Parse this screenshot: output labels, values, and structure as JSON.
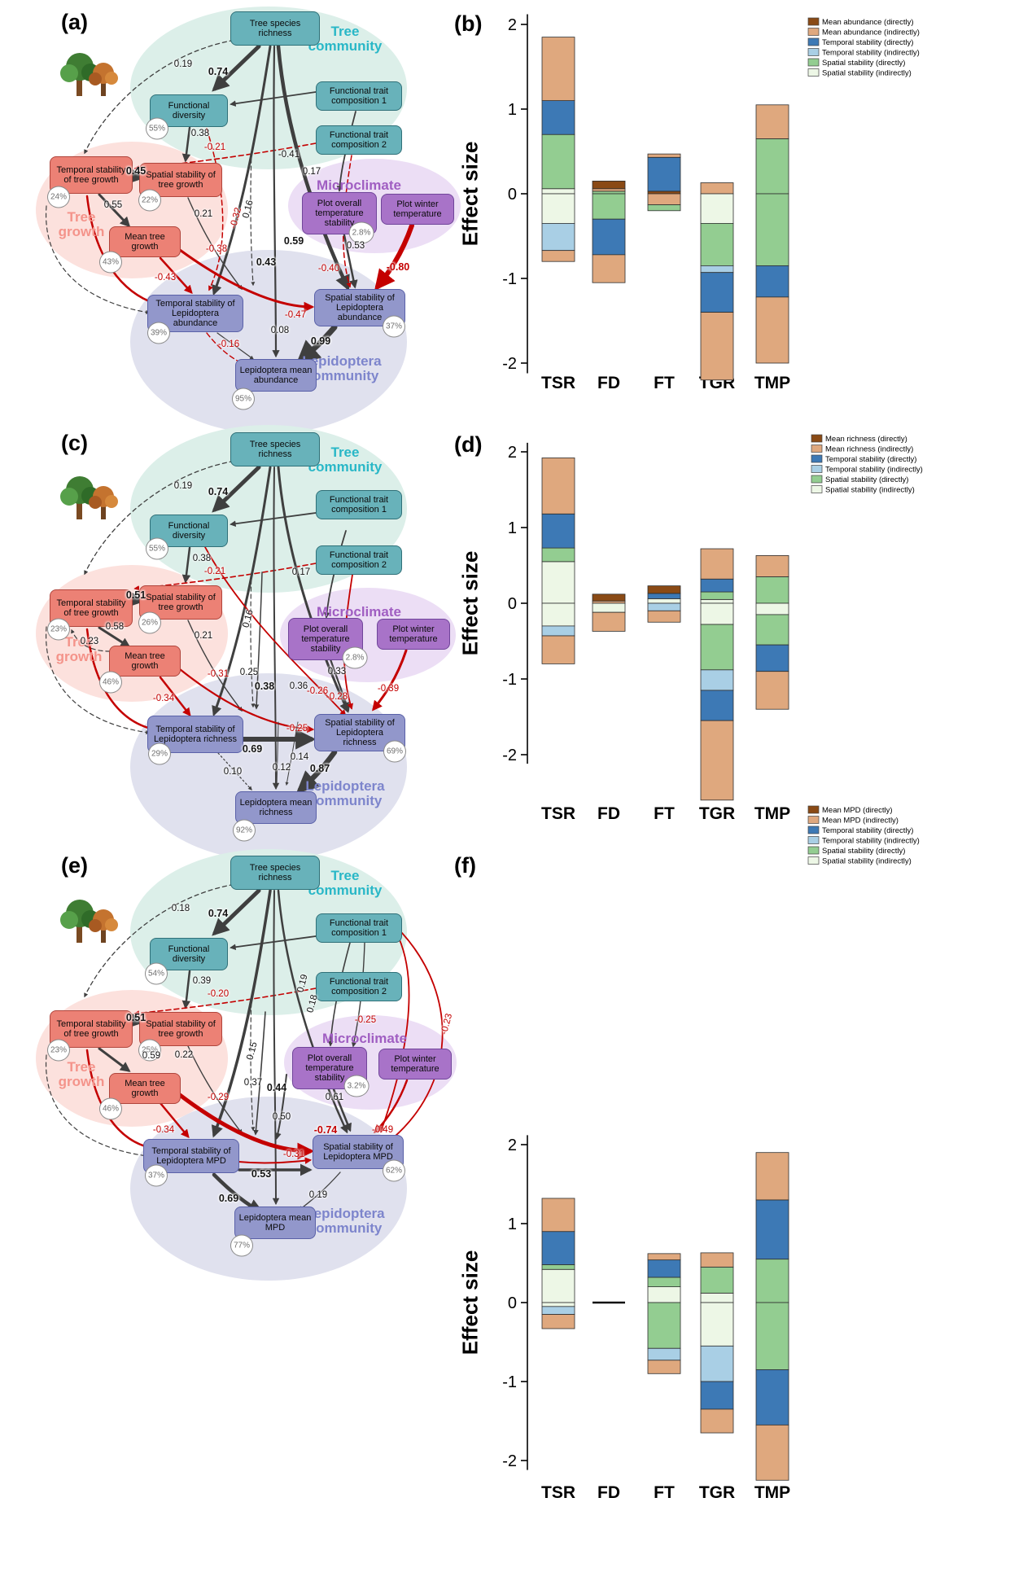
{
  "panels": {
    "a": {
      "tag": "(a)",
      "groups": {
        "tree_community": "Tree community",
        "tree_growth": "Tree growth",
        "microclimate": "Microclimate",
        "lepidoptera_community": "Lepidoptera community"
      },
      "nodes": {
        "tsr": {
          "label": "Tree species richness"
        },
        "fd": {
          "label": "Functional diversity",
          "r2": "55%"
        },
        "ftc1": {
          "label": "Functional trait composition 1"
        },
        "ftc2": {
          "label": "Functional trait composition 2"
        },
        "tstg": {
          "label": "Temporal stability of tree growth",
          "r2": "24%"
        },
        "sstg": {
          "label": "Spatial stability of tree growth",
          "r2": "22%"
        },
        "mtg": {
          "label": "Mean tree growth",
          "r2": "43%"
        },
        "pots": {
          "label": "Plot overall temperature stability",
          "r2": "2.8%"
        },
        "pwt": {
          "label": "Plot winter temperature"
        },
        "tsl": {
          "label": "Temporal stability of Lepidoptera abundance",
          "r2": "39%"
        },
        "ssl": {
          "label": "Spatial stability of Lepidoptera abundance",
          "r2": "37%"
        },
        "lm": {
          "label": "Lepidoptera mean abundance",
          "r2": "95%"
        }
      },
      "coefs": {
        "tsr_fd_dash": "0.19",
        "tsr_fd": "0.74",
        "fd_sstg": "0.38",
        "ftc2_tstg": "-0.21",
        "tsr_lm": "-0.41",
        "tstg_sstg": "0.45",
        "ftc1_pots": "0.17",
        "tstg_mtg": "0.55",
        "sstg_tsl": "0.21",
        "ftc_dash": "0.16",
        "fd_tsl": "-0.32",
        "tsr_ssl": "0.59",
        "pots_ssl": "0.53",
        "mtg_tsl": "-0.38",
        "tsr_tsl": "0.43",
        "ftc2_ssl": "-0.40",
        "pwt_ssl": "-0.80",
        "tstg_tsl": "-0.43",
        "mtg_ssl": "-0.47",
        "tsl_lm2": "0.08",
        "ssl_lm": "0.99",
        "tsl_lm": "-0.16"
      }
    },
    "c": {
      "tag": "(c)",
      "groups": {
        "tree_community": "Tree community",
        "tree_growth": "Tree growth",
        "microclimate": "Microclimate",
        "lepidoptera_community": "Lepidoptera community"
      },
      "nodes": {
        "tsr": {
          "label": "Tree species richness"
        },
        "fd": {
          "label": "Functional diversity",
          "r2": "55%"
        },
        "ftc1": {
          "label": "Functional trait composition 1"
        },
        "ftc2": {
          "label": "Functional trait composition 2"
        },
        "tstg": {
          "label": "Temporal stability of tree growth",
          "r2": "23%"
        },
        "sstg": {
          "label": "Spatial stability of tree growth",
          "r2": "26%"
        },
        "mtg": {
          "label": "Mean tree growth",
          "r2": "46%"
        },
        "pots": {
          "label": "Plot overall temperature stability",
          "r2": "2.8%"
        },
        "pwt": {
          "label": "Plot winter temperature"
        },
        "tsl": {
          "label": "Temporal stability of Lepidoptera richness",
          "r2": "29%"
        },
        "ssl": {
          "label": "Spatial stability of Lepidoptera richness",
          "r2": "69%"
        },
        "lm": {
          "label": "Lepidoptera mean richness",
          "r2": "92%"
        }
      },
      "coefs": {
        "tsr_fd_dash": "0.19",
        "tsr_fd": "0.74",
        "fd_sstg": "0.38",
        "ftc2_tstg": "-0.21",
        "ftc1_pots": "0.17",
        "tstg_sstg": "0.51",
        "tstg_mtg": "0.58",
        "mtg_dash": "0.23",
        "ftc_dash": "0.16",
        "sstg_tsl": "0.21",
        "mid25": "0.25",
        "mtg_tsl": "-0.31",
        "tsr_tsl": "0.38",
        "tsr_ssl": "0.36",
        "r26": "-0.26",
        "r28": "-0.28",
        "pots_ssl": "0.33",
        "pwt_ssl": "-0.39",
        "tstg_tsl": "-0.34",
        "tsl_red": "-0.25",
        "tsl_ssl": "0.69",
        "t14": "0.14",
        "t12": "0.12",
        "t10": "0.10",
        "ssl_lm": "0.87"
      }
    },
    "e": {
      "tag": "(e)",
      "groups": {
        "tree_community": "Tree community",
        "tree_growth": "Tree growth",
        "microclimate": "Microclimate",
        "lepidoptera_community": "Lepidoptera community"
      },
      "nodes": {
        "tsr": {
          "label": "Tree species richness"
        },
        "fd": {
          "label": "Functional diversity",
          "r2": "54%"
        },
        "ftc1": {
          "label": "Functional trait composition 1"
        },
        "ftc2": {
          "label": "Functional trait composition 2"
        },
        "tstg": {
          "label": "Temporal stability of tree growth",
          "r2": "23%"
        },
        "sstg": {
          "label": "Spatial stability of tree growth",
          "r2": "25%"
        },
        "mtg": {
          "label": "Mean tree growth",
          "r2": "46%"
        },
        "pots": {
          "label": "Plot overall temperature stability",
          "r2": "3.2%"
        },
        "pwt": {
          "label": "Plot winter temperature"
        },
        "tsl": {
          "label": "Temporal stability of Lepidoptera MPD",
          "r2": "37%"
        },
        "ssl": {
          "label": "Spatial stability of Lepidoptera MPD",
          "r2": "62%"
        },
        "lm": {
          "label": "Lepidoptera mean MPD",
          "r2": "77%"
        }
      },
      "coefs": {
        "tsr_fd_dash": "0.18",
        "tsr_fd": "0.74",
        "fd_sstg": "0.39",
        "ftc2_tstg": "-0.20",
        "f19": "0.19",
        "f18": "0.18",
        "tstg_sstg": "0.51",
        "tstg_mtg": "0.59",
        "sstg_tsl": "0.22",
        "dash15": "0.15",
        "ftc1_red": "-0.25",
        "ftc1_red2": "-0.23",
        "mid37": "0.37",
        "tsr_tsl": "0.44",
        "mtg_red": "-0.29",
        "mid50": "0.50",
        "pots_ssl": "0.61",
        "tstg_tsl": "-0.34",
        "mtg_ssl": "-0.74",
        "pwt_ssl": "-0.49",
        "tsl_red": "-0.31",
        "tsl_ssl": "0.53",
        "tsl_lm": "0.69",
        "ssl_lm": "0.19"
      }
    },
    "b": {
      "tag": "(b)"
    },
    "d": {
      "tag": "(d)"
    },
    "f": {
      "tag": "(f)"
    }
  },
  "chart_data": [
    {
      "panel": "b",
      "type": "bar",
      "stacked": true,
      "title": "",
      "ylabel": "Effect size",
      "xlabel": "",
      "ylim": [
        -2.3,
        2.1
      ],
      "yticks": [
        2,
        1,
        0,
        -1,
        -2
      ],
      "grid": false,
      "legend_position": "top-right",
      "categories": [
        "TSR",
        "FD",
        "FT",
        "TGR",
        "TMP"
      ],
      "legend": [
        {
          "key": "mean_dir",
          "label": "Mean abundance (directly)"
        },
        {
          "key": "mean_ind",
          "label": "Mean abundance (indirectly)"
        },
        {
          "key": "temp_dir",
          "label": "Temporal stability (directly)"
        },
        {
          "key": "temp_ind",
          "label": "Temporal stability (indirectly)"
        },
        {
          "key": "spat_dir",
          "label": "Spatial stability (directly)"
        },
        {
          "key": "spat_ind",
          "label": "Spatial stability (indirectly)"
        }
      ],
      "colors": {
        "mean_dir": "#8a4a15",
        "mean_ind": "#dfa87e",
        "temp_dir": "#3d79b5",
        "temp_ind": "#a9cfe5",
        "spat_dir": "#93cd91",
        "spat_ind": "#edf7e6"
      },
      "bars": {
        "TSR": {
          "pos": [
            [
              "spat_ind",
              0.06
            ],
            [
              "spat_dir",
              0.64
            ],
            [
              "temp_dir",
              0.4
            ],
            [
              "mean_ind",
              0.75
            ]
          ],
          "neg": [
            [
              "spat_ind",
              0.35
            ],
            [
              "temp_ind",
              0.32
            ],
            [
              "mean_ind",
              0.13
            ]
          ]
        },
        "FD": {
          "pos": [
            [
              "spat_dir",
              0.03
            ],
            [
              "mean_ind",
              0.03
            ],
            [
              "mean_dir",
              0.09
            ]
          ],
          "neg": [
            [
              "spat_dir",
              0.3
            ],
            [
              "temp_dir",
              0.42
            ],
            [
              "mean_ind",
              0.33
            ]
          ]
        },
        "FT": {
          "pos": [
            [
              "mean_dir",
              0.03
            ],
            [
              "temp_dir",
              0.4
            ],
            [
              "mean_ind",
              0.04
            ]
          ],
          "neg": [
            [
              "mean_ind",
              0.13
            ],
            [
              "spat_dir",
              0.07
            ]
          ]
        },
        "TGR": {
          "pos": [
            [
              "mean_ind",
              0.13
            ]
          ],
          "neg": [
            [
              "spat_ind",
              0.35
            ],
            [
              "spat_dir",
              0.5
            ],
            [
              "temp_ind",
              0.08
            ],
            [
              "temp_dir",
              0.47
            ],
            [
              "mean_ind",
              0.8
            ]
          ]
        },
        "TMP": {
          "pos": [
            [
              "spat_dir",
              0.65
            ],
            [
              "mean_ind",
              0.4
            ]
          ],
          "neg": [
            [
              "spat_dir",
              0.85
            ],
            [
              "temp_dir",
              0.37
            ],
            [
              "mean_ind",
              0.78
            ]
          ]
        }
      }
    },
    {
      "panel": "d",
      "type": "bar",
      "stacked": true,
      "title": "",
      "ylabel": "Effect size",
      "xlabel": "",
      "ylim": [
        -2.9,
        2.1
      ],
      "yticks": [
        2,
        1,
        0,
        -1,
        -2
      ],
      "grid": false,
      "legend_position": "top-right",
      "categories": [
        "TSR",
        "FD",
        "FT",
        "TGR",
        "TMP"
      ],
      "legend": [
        {
          "key": "mean_dir",
          "label": "Mean richness (directly)"
        },
        {
          "key": "mean_ind",
          "label": "Mean richness (indirectly)"
        },
        {
          "key": "temp_dir",
          "label": "Temporal stability (directly)"
        },
        {
          "key": "temp_ind",
          "label": "Temporal stability (indirectly)"
        },
        {
          "key": "spat_dir",
          "label": "Spatial stability (directly)"
        },
        {
          "key": "spat_ind",
          "label": "Spatial stability (indirectly)"
        }
      ],
      "colors": {
        "mean_dir": "#8a4a15",
        "mean_ind": "#dfa87e",
        "temp_dir": "#3d79b5",
        "temp_ind": "#a9cfe5",
        "spat_dir": "#93cd91",
        "spat_ind": "#edf7e6"
      },
      "bars": {
        "TSR": {
          "pos": [
            [
              "spat_ind",
              0.55
            ],
            [
              "spat_dir",
              0.18
            ],
            [
              "temp_dir",
              0.45
            ],
            [
              "mean_ind",
              0.74
            ]
          ],
          "neg": [
            [
              "spat_ind",
              0.3
            ],
            [
              "temp_ind",
              0.13
            ],
            [
              "mean_ind",
              0.37
            ]
          ]
        },
        "FD": {
          "pos": [
            [
              "mean_ind",
              0.03
            ],
            [
              "mean_dir",
              0.09
            ]
          ],
          "neg": [
            [
              "spat_ind",
              0.12
            ],
            [
              "mean_ind",
              0.25
            ]
          ]
        },
        "FT": {
          "pos": [
            [
              "spat_ind",
              0.06
            ],
            [
              "temp_dir",
              0.07
            ],
            [
              "mean_dir",
              0.1
            ]
          ],
          "neg": [
            [
              "temp_ind",
              0.1
            ],
            [
              "mean_ind",
              0.15
            ]
          ]
        },
        "TGR": {
          "pos": [
            [
              "spat_ind",
              0.05
            ],
            [
              "spat_dir",
              0.1
            ],
            [
              "temp_dir",
              0.17
            ],
            [
              "mean_ind",
              0.4
            ]
          ],
          "neg": [
            [
              "spat_ind",
              0.28
            ],
            [
              "spat_dir",
              0.6
            ],
            [
              "temp_ind",
              0.27
            ],
            [
              "temp_dir",
              0.4
            ],
            [
              "mean_ind",
              1.05
            ]
          ]
        },
        "TMP": {
          "pos": [
            [
              "spat_dir",
              0.35
            ],
            [
              "mean_ind",
              0.28
            ]
          ],
          "neg": [
            [
              "spat_ind",
              0.15
            ],
            [
              "spat_dir",
              0.4
            ],
            [
              "temp_dir",
              0.35
            ],
            [
              "mean_ind",
              0.5
            ]
          ]
        }
      }
    },
    {
      "panel": "f",
      "type": "bar",
      "stacked": true,
      "title": "",
      "ylabel": "Effect size",
      "xlabel": "",
      "ylim": [
        -2.4,
        2.1
      ],
      "yticks": [
        2,
        1,
        0,
        -1,
        -2
      ],
      "grid": false,
      "legend_position": "top-right",
      "categories": [
        "TSR",
        "FD",
        "FT",
        "TGR",
        "TMP"
      ],
      "legend": [
        {
          "key": "mean_dir",
          "label": "Mean MPD (directly)"
        },
        {
          "key": "mean_ind",
          "label": "Mean MPD (indirectly)"
        },
        {
          "key": "temp_dir",
          "label": "Temporal stability (directly)"
        },
        {
          "key": "temp_ind",
          "label": "Temporal stability (indirectly)"
        },
        {
          "key": "spat_dir",
          "label": "Spatial stability (directly)"
        },
        {
          "key": "spat_ind",
          "label": "Spatial stability (indirectly)"
        }
      ],
      "colors": {
        "mean_dir": "#8a4a15",
        "mean_ind": "#dfa87e",
        "temp_dir": "#3d79b5",
        "temp_ind": "#a9cfe5",
        "spat_dir": "#93cd91",
        "spat_ind": "#edf7e6"
      },
      "bars": {
        "TSR": {
          "pos": [
            [
              "spat_ind",
              0.42
            ],
            [
              "spat_dir",
              0.06
            ],
            [
              "temp_dir",
              0.42
            ],
            [
              "mean_ind",
              0.42
            ]
          ],
          "neg": [
            [
              "spat_ind",
              0.05
            ],
            [
              "temp_ind",
              0.1
            ],
            [
              "mean_ind",
              0.18
            ]
          ]
        },
        "FD": {
          "pos": [],
          "neg": []
        },
        "FT": {
          "pos": [
            [
              "spat_ind",
              0.2
            ],
            [
              "spat_dir",
              0.12
            ],
            [
              "temp_dir",
              0.22
            ],
            [
              "mean_ind",
              0.08
            ]
          ],
          "neg": [
            [
              "spat_dir",
              0.58
            ],
            [
              "temp_ind",
              0.15
            ],
            [
              "mean_ind",
              0.17
            ]
          ]
        },
        "TGR": {
          "pos": [
            [
              "spat_ind",
              0.12
            ],
            [
              "spat_dir",
              0.33
            ],
            [
              "mean_ind",
              0.18
            ]
          ],
          "neg": [
            [
              "spat_ind",
              0.55
            ],
            [
              "temp_ind",
              0.45
            ],
            [
              "temp_dir",
              0.35
            ],
            [
              "mean_ind",
              0.3
            ]
          ]
        },
        "TMP": {
          "pos": [
            [
              "spat_dir",
              0.55
            ],
            [
              "temp_dir",
              0.75
            ],
            [
              "mean_ind",
              0.6
            ]
          ],
          "neg": [
            [
              "spat_dir",
              0.85
            ],
            [
              "temp_dir",
              0.7
            ],
            [
              "mean_ind",
              0.7
            ]
          ]
        }
      }
    }
  ]
}
